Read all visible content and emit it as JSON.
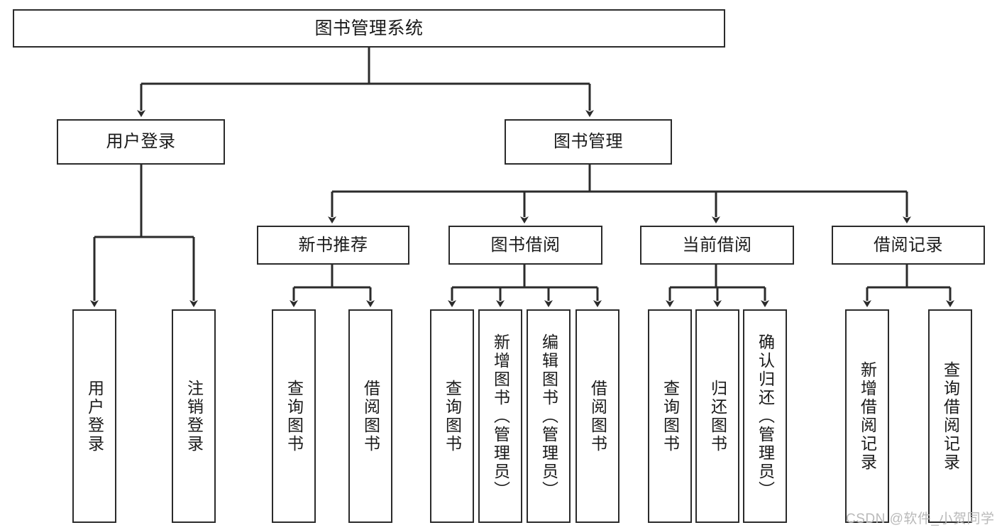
{
  "diagram": {
    "title": "图书管理系统",
    "style": {
      "line_color": "#2b2b2b",
      "box_fill": "#ffffff",
      "text_color": "#1a1a1a",
      "watermark_color": "#b9b9b9"
    },
    "root": {
      "label": "图书管理系统"
    },
    "level2": [
      {
        "label": "用户登录"
      },
      {
        "label": "图书管理"
      }
    ],
    "level3": [
      {
        "label": "新书推荐"
      },
      {
        "label": "图书借阅"
      },
      {
        "label": "当前借阅"
      },
      {
        "label": "借阅记录"
      }
    ],
    "leaves": [
      {
        "label": "用户登录",
        "parent": "用户登录"
      },
      {
        "label": "注销登录",
        "parent": "用户登录"
      },
      {
        "label": "查询图书",
        "parent": "新书推荐"
      },
      {
        "label": "借阅图书",
        "parent": "新书推荐"
      },
      {
        "label": "查询图书",
        "parent": "图书借阅"
      },
      {
        "label": "新增图书（管理员）",
        "parent": "图书借阅"
      },
      {
        "label": "编辑图书（管理员）",
        "parent": "图书借阅"
      },
      {
        "label": "借阅图书",
        "parent": "图书借阅"
      },
      {
        "label": "查询图书",
        "parent": "当前借阅"
      },
      {
        "label": "归还图书",
        "parent": "当前借阅"
      },
      {
        "label": "确认归还（管理员）",
        "parent": "当前借阅"
      },
      {
        "label": "新增借阅记录",
        "parent": "借阅记录"
      },
      {
        "label": "查询借阅记录",
        "parent": "借阅记录"
      }
    ],
    "watermark": "CSDN @软件_小贺同学"
  }
}
